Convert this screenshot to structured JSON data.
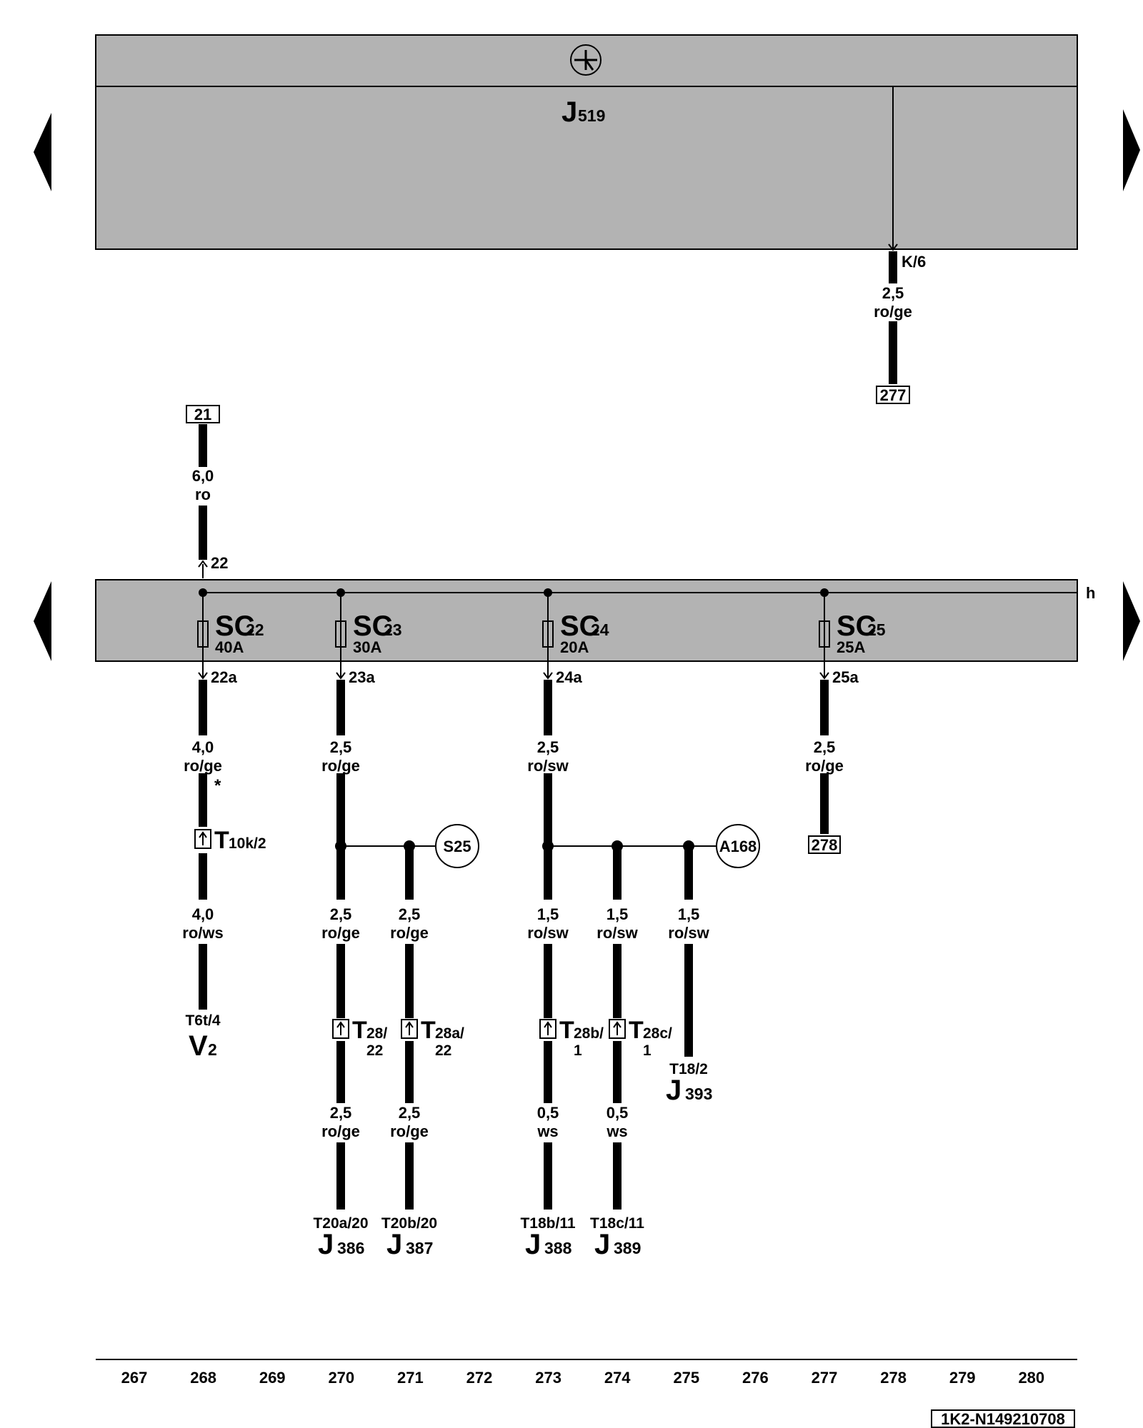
{
  "control_unit": {
    "name": "J",
    "sub": "519"
  },
  "connector_k6": {
    "pin": "K/6",
    "size": "2,5",
    "color": "ro/ge",
    "ref": "277"
  },
  "bus": {
    "label": "h"
  },
  "feed": {
    "ref": "21",
    "size": "6,0",
    "color": "ro",
    "pin": "22"
  },
  "fuses": [
    {
      "name": "SC",
      "sub": "22",
      "rating": "40A",
      "out_pin": "22a",
      "size": "4,0",
      "color": "ro/ge"
    },
    {
      "name": "SC",
      "sub": "23",
      "rating": "30A",
      "out_pin": "23a",
      "size": "2,5",
      "color": "ro/ge"
    },
    {
      "name": "SC",
      "sub": "24",
      "rating": "20A",
      "out_pin": "24a",
      "size": "2,5",
      "color": "ro/sw"
    },
    {
      "name": "SC",
      "sub": "25",
      "rating": "25A",
      "out_pin": "25a",
      "size": "2,5",
      "color": "ro/ge"
    }
  ],
  "star": "*",
  "sc22_branch": {
    "conn": "T",
    "conn_sub": "10k/2",
    "size": "4,0",
    "color": "ro/ws",
    "pin": "T6t/4",
    "comp": "V",
    "comp_sub": "2"
  },
  "sc25_ref": "278",
  "sc23_branch": {
    "splice": "S25",
    "lines": [
      {
        "size1": "2,5",
        "color1": "ro/ge",
        "conn": "T",
        "conn_sub1": "28/",
        "conn_sub2": "22",
        "size2": "2,5",
        "color2": "ro/ge",
        "pin": "T20a/20",
        "comp": "J",
        "comp_sub": "386"
      },
      {
        "size1": "2,5",
        "color1": "ro/ge",
        "conn": "T",
        "conn_sub1": "28a/",
        "conn_sub2": "22",
        "size2": "2,5",
        "color2": "ro/ge",
        "pin": "T20b/20",
        "comp": "J",
        "comp_sub": "387"
      }
    ]
  },
  "sc24_branch": {
    "splice": "A168",
    "lines": [
      {
        "size1": "1,5",
        "color1": "ro/sw",
        "conn": "T",
        "conn_sub1": "28b/",
        "conn_sub2": "1",
        "size2": "0,5",
        "color2": "ws",
        "pin": "T18b/11",
        "comp": "J",
        "comp_sub": "388"
      },
      {
        "size1": "1,5",
        "color1": "ro/sw",
        "conn": "T",
        "conn_sub1": "28c/",
        "conn_sub2": "1",
        "size2": "0,5",
        "color2": "ws",
        "pin": "T18c/11",
        "comp": "J",
        "comp_sub": "389"
      },
      {
        "size1": "1,5",
        "color1": "ro/sw",
        "pin": "T18/2",
        "comp": "J",
        "comp_sub": "393"
      }
    ]
  },
  "grid_numbers": [
    "267",
    "268",
    "269",
    "270",
    "271",
    "272",
    "273",
    "274",
    "275",
    "276",
    "277",
    "278",
    "279",
    "280"
  ],
  "doc_id": "1K2-N149210708"
}
